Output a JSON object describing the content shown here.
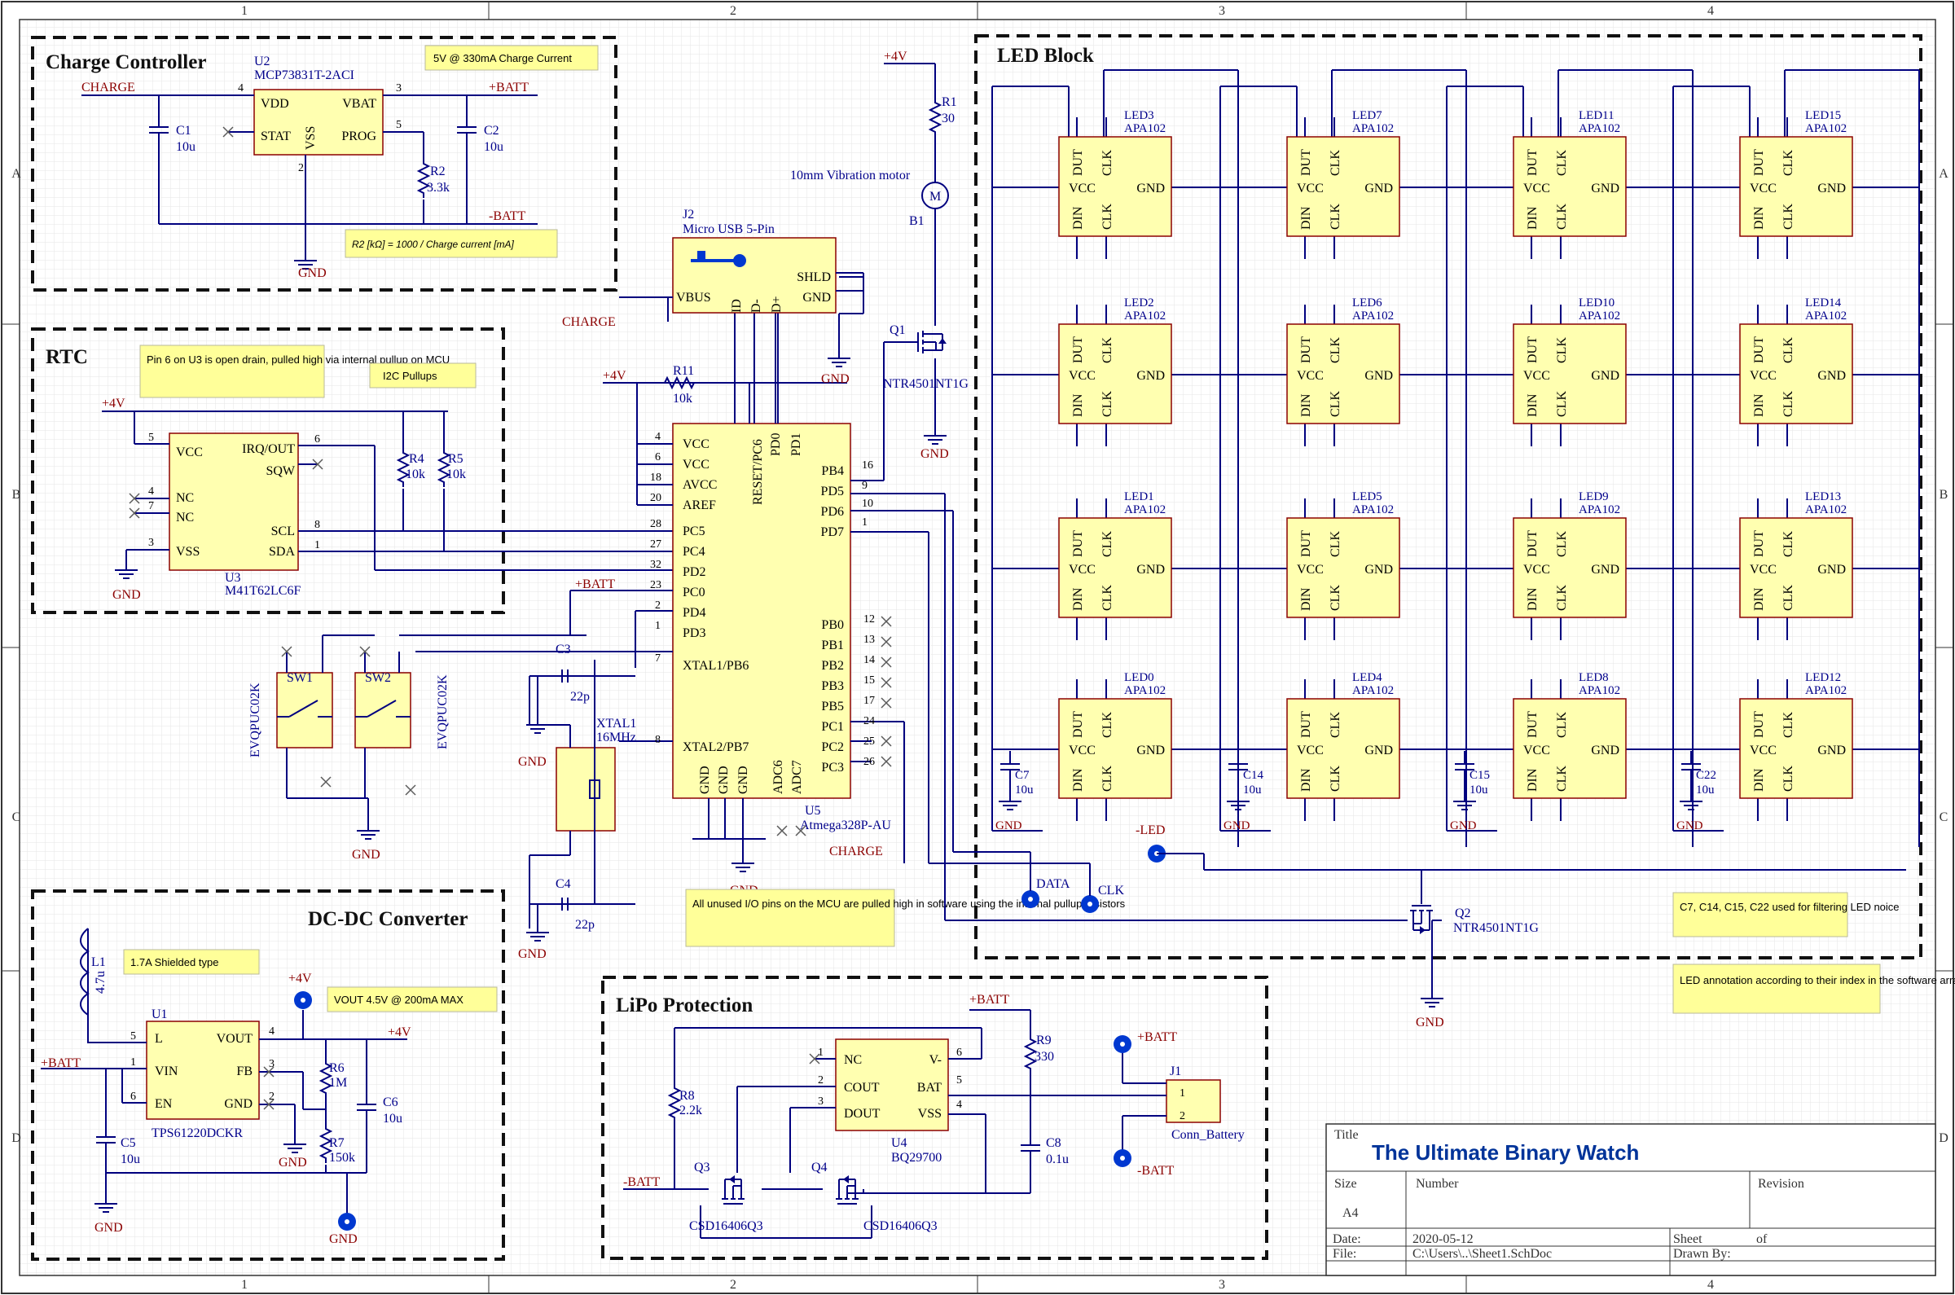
{
  "colors": {
    "wire": "#00007f",
    "component_fill": "#ffffb0",
    "component_stroke": "#8b0000",
    "pin_text": "#000000",
    "designator": "#00008b",
    "net_label": "#8b0000",
    "note_fill": "#ffff99",
    "grid": "#e4e4e4",
    "title_text": "#003399"
  },
  "grid_refs": {
    "columns": [
      "1",
      "2",
      "3",
      "4"
    ],
    "rows": [
      "A",
      "B",
      "C",
      "D"
    ]
  },
  "blocks": {
    "charge": "Charge Controller",
    "rtc": "RTC",
    "dcdc": "DC-DC Converter",
    "lipo": "LiPo Protection",
    "led": "LED Block"
  },
  "notes": {
    "charge_current": "5V @ 330mA Charge Current",
    "r2_formula": "R2 [kΩ] = 1000 / Charge current [mA]",
    "rtc_open_drain": "Pin 6 on U3 is open drain, pulled high via internal pullup on MCU",
    "i2c": "I2C Pullups",
    "unused_io": "All unused I/O pins on the MCU are pulled high in software using the internal pullup resistors",
    "shielded": "1.7A Shielded type",
    "vout": "VOUT 4.5V @ 200mA MAX",
    "led_filter": "C7, C14, C15, C22 used for filtering LED noice",
    "led_annotation": "LED annotation according to their index in the software array"
  },
  "nets": {
    "charge": "CHARGE",
    "batt_pos": "+BATT",
    "batt_neg": "-BATT",
    "v4": "+4V",
    "gnd": "GND",
    "data": "DATA",
    "clk": "CLK",
    "led_neg": "-LED"
  },
  "parts": {
    "u2": {
      "ref": "U2",
      "value": "MCP73831T-2ACI",
      "pins": [
        "VDD",
        "STAT",
        "VBAT",
        "PROG",
        "VSS"
      ]
    },
    "c1": {
      "ref": "C1",
      "value": "10u"
    },
    "c2": {
      "ref": "C2",
      "value": "10u"
    },
    "r2": {
      "ref": "R2",
      "value": "3.3k"
    },
    "u3": {
      "ref": "U3",
      "value": "M41T62LC6F",
      "pins": [
        "VCC",
        "NC",
        "NC",
        "VSS",
        "IRQ/OUT",
        "SQW",
        "SCL",
        "SDA"
      ]
    },
    "r4": {
      "ref": "R4",
      "value": "10k"
    },
    "r5": {
      "ref": "R5",
      "value": "10k"
    },
    "j2": {
      "ref": "J2",
      "value": "Micro USB 5-Pin",
      "pins": [
        "VBUS",
        "D-",
        "D+",
        "ID",
        "SHLD",
        "GND"
      ]
    },
    "r11": {
      "ref": "R11",
      "value": "10k"
    },
    "u5": {
      "ref": "U5",
      "value": "Atmega328P-AU",
      "left_pins": [
        "VCC",
        "VCC",
        "AVCC",
        "AREF",
        "PC5",
        "PC4",
        "PD2",
        "PC0",
        "PD4",
        "PD3",
        "XTAL1/PB6",
        "XTAL2/PB7"
      ],
      "right_pins": [
        "PB4",
        "PD5",
        "PD6",
        "PD7",
        "PB0",
        "PB1",
        "PB2",
        "PB3",
        "PB5",
        "PC1",
        "PC2",
        "PC3"
      ],
      "top_pins": [
        "RESET/PC6",
        "PD0",
        "PD1"
      ],
      "bottom_pins": [
        "GND",
        "GND",
        "GND",
        "ADC6",
        "ADC7"
      ]
    },
    "c3": {
      "ref": "C3",
      "value": "22p"
    },
    "c4": {
      "ref": "C4",
      "value": "22p"
    },
    "xtal1": {
      "ref": "XTAL1",
      "value": "16MHz"
    },
    "sw1": {
      "ref": "SW1",
      "value": "EVQPUC02K"
    },
    "sw2": {
      "ref": "SW2",
      "value": "EVQPUC02K"
    },
    "r1": {
      "ref": "R1",
      "value": "30"
    },
    "b1": {
      "ref": "B1",
      "value": "10mm Vibration motor"
    },
    "q1": {
      "ref": "Q1",
      "value": "NTR4501NT1G"
    },
    "q2": {
      "ref": "Q2",
      "value": "NTR4501NT1G"
    },
    "u1": {
      "ref": "U1",
      "value": "TPS61220DCKR",
      "pins": [
        "L",
        "VIN",
        "EN",
        "VOUT",
        "FB",
        "GND"
      ]
    },
    "l1": {
      "ref": "L1",
      "value": "4.7u"
    },
    "r6": {
      "ref": "R6",
      "value": "1M"
    },
    "r7": {
      "ref": "R7",
      "value": "150k"
    },
    "c5": {
      "ref": "C5",
      "value": "10u"
    },
    "c6": {
      "ref": "C6",
      "value": "10u"
    },
    "u4": {
      "ref": "U4",
      "value": "BQ29700",
      "pins": [
        "NC",
        "COUT",
        "DOUT",
        "V-",
        "BAT",
        "VSS"
      ]
    },
    "r8": {
      "ref": "R8",
      "value": "2.2k"
    },
    "r9": {
      "ref": "R9",
      "value": "330"
    },
    "c8": {
      "ref": "C8",
      "value": "0.1u"
    },
    "q3": {
      "ref": "Q3",
      "value": "CSD16406Q3"
    },
    "q4": {
      "ref": "Q4",
      "value": "CSD16406Q3"
    },
    "j1": {
      "ref": "J1",
      "value": "Conn_Battery"
    },
    "c7": {
      "ref": "C7",
      "value": "10u"
    },
    "c14": {
      "ref": "C14",
      "value": "10u"
    },
    "c15": {
      "ref": "C15",
      "value": "10u"
    },
    "c22": {
      "ref": "C22",
      "value": "10u"
    }
  },
  "led_matrix": {
    "value": "APA102",
    "pins": {
      "vcc": "VCC",
      "dut": "DUT",
      "clk": "CLK",
      "gnd": "GND",
      "din": "DIN"
    },
    "columns": [
      [
        "LED3",
        "LED2",
        "LED1",
        "LED0"
      ],
      [
        "LED7",
        "LED6",
        "LED5",
        "LED4"
      ],
      [
        "LED11",
        "LED10",
        "LED9",
        "LED8"
      ],
      [
        "LED15",
        "LED14",
        "LED13",
        "LED12"
      ]
    ]
  },
  "title_block": {
    "title_label": "Title",
    "title": "The Ultimate Binary Watch",
    "size_label": "Size",
    "size": "A4",
    "number_label": "Number",
    "revision_label": "Revision",
    "date_label": "Date:",
    "date": "2020-05-12",
    "sheet_label": "Sheet",
    "of_label": "of",
    "file_label": "File:",
    "file": "C:\\Users\\..\\Sheet1.SchDoc",
    "drawn_label": "Drawn By:"
  }
}
